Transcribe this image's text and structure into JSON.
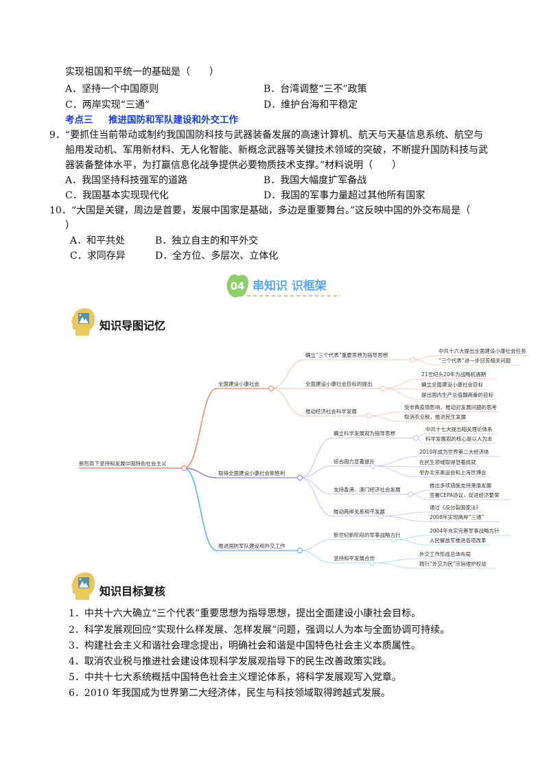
{
  "lines": {
    "q8_tail": "实现祖国和平统一的基础是（　　）",
    "q8_a": "A．坚持一个中国原则",
    "q8_b": "B．台湾调整“三不”政策",
    "q8_c": "C．两岸实现“三通”",
    "q8_d": "D．维护台海和平稳定",
    "kd3_label": "考点三",
    "kd3_title": "推进国防和军队建设和外交工作",
    "q9_1": "9．“要抓住当前带动或制约我国国防科技与武器装备发展的高速计算机、航天与天基信息系统、航空与",
    "q9_2": "船用发动机、军用新材料、无人化智能、新概念武器等关键技术领域的突破，不断提升国防科技与武",
    "q9_3": "器装备整体水平，为打赢信息化战争提供必要物质技术支撑。”材料说明（　　）",
    "q9_a": "A．我国坚持科技强军的道路",
    "q9_b": "B．我国大幅度扩军备战",
    "q9_c": "C．我国基本实现现代化",
    "q9_d": "D．我国的军事力量超过其他所有国家",
    "q10_1": "10．“大国是关键，周边是首要，发展中国家是基础，多边是重要舞台。”这反映中国的外交布局是（",
    "q10_2": "）",
    "q10_a": "A．和平共处",
    "q10_b": "B．独立自主的和平外交",
    "q10_c": "C．求同存异",
    "q10_d": "D．全方位、多层次、立体化"
  },
  "banner": {
    "number": "04",
    "title": "串知识 识框架",
    "badge_color": "#8dd06a",
    "title_color": "#5aa7f0"
  },
  "section1": {
    "title": "知识导图记忆",
    "icon": "head-picture-icon"
  },
  "section2": {
    "title": "知识目标复核",
    "icon": "head-picture-icon"
  },
  "mindmap": {
    "root": "新形势下坚持和发展中国特色社会主义",
    "branches": [
      {
        "label": "全面建设小康社会",
        "color": "#ec8468",
        "children": [
          {
            "label": "确立“三个代表”重要思想为指导思想",
            "leaves": [
              "中共十六大提出全面建设小康社会任务",
              "“三个代表”进一步回答相关问题"
            ]
          },
          {
            "label": "全面建设小康社会目标的提出",
            "leaves": [
              "21世纪头20年为战略机遇期",
              "确立全面建设小康社会目标",
              "提出国内生产总值翻两番的目标"
            ]
          },
          {
            "label": "推动经济社会科学发展",
            "leaves": [
              "受非典疫情影响，推动对发展问题的思考",
              "取消农业税，推进民生发展"
            ]
          }
        ]
      },
      {
        "label": "取得全面建设小康社会新胜利",
        "color": "#8f82dc",
        "children": [
          {
            "label": "确立科学发展观为指导思想",
            "leaves": [
              "中共十七大提出相关理论体系",
              "科学发展观的核心是以人为本"
            ]
          },
          {
            "label": "综合国力显著提升",
            "leaves": [
              "2010年成为世界第二大经济体",
              "在民生领域取得显著成就",
              "举办北京奥运会和上海世博会"
            ]
          },
          {
            "label": "支持香港、澳门经济社会发展",
            "leaves": [
              "推出多项措施支持港澳发展",
              "签署CEPA协议，促进经济繁荣"
            ]
          },
          {
            "label": "推动两岸关系和平发展",
            "leaves": [
              "通过《反分裂国家法》",
              "2008年实现两岸“三通”"
            ]
          }
        ]
      },
      {
        "label": "推进国防军队建设和外交工作",
        "color": "#4fb0df",
        "children": [
          {
            "label": "新世纪新阶段的军事战略方针",
            "leaves": [
              "2004年充实完善军事战略方针",
              "人民解放军推进各项改革"
            ]
          },
          {
            "label": "坚持和平发展合作",
            "leaves": [
              "外交工作形成总体布局",
              "践行“外交为民”宗旨维护权益"
            ]
          }
        ]
      }
    ]
  },
  "review": [
    "1．中共十六大确立“三个代表”重要思想为指导思想，提出全面建设小康社会目标。",
    "2．科学发展观回应“实现什么样发展、怎样发展”问题，强调以人为本与全面协调可持续。",
    "3．构建社会主义和谐社会理念提出，明确社会和谐是中国特色社会主义本质属性。",
    "4．取消农业税与推进社会建设体现科学发展观指导下的民生改善政策实践。",
    "5．中共十七大系统概括中国特色社会主义理论体系，将科学发展观写入党章。",
    "6．2010 年我国成为世界第二大经济体，民生与科技领域取得跨越式发展。"
  ]
}
